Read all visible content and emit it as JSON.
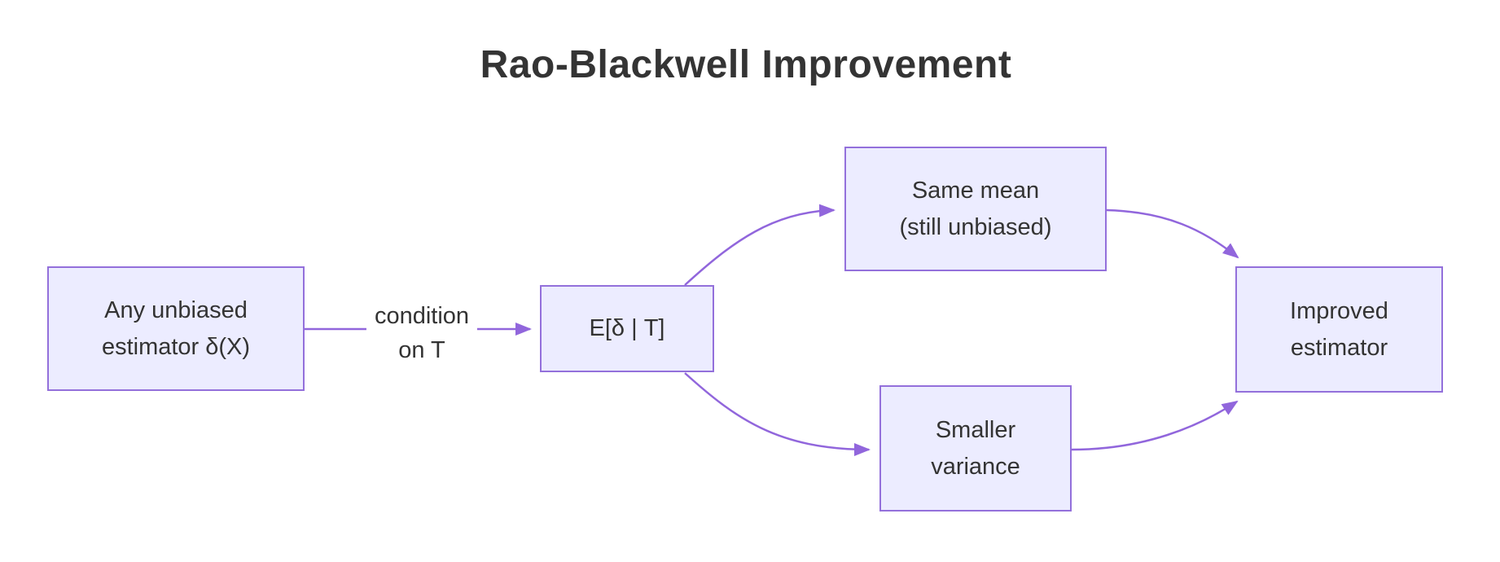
{
  "title": "Rao-Blackwell Improvement",
  "colors": {
    "node_fill": "#ECECFF",
    "node_border": "#9370DB",
    "edge": "#9166DC",
    "text": "#333333",
    "background": "#FFFFFF"
  },
  "nodes": {
    "start": {
      "lines": [
        "Any unbiased",
        "estimator δ(X)"
      ]
    },
    "conditional": {
      "lines": [
        "E[δ | T]"
      ]
    },
    "same_mean": {
      "lines": [
        "Same mean",
        "(still unbiased)"
      ]
    },
    "smaller_variance": {
      "lines": [
        "Smaller",
        "variance"
      ]
    },
    "improved": {
      "lines": [
        "Improved",
        "estimator"
      ]
    }
  },
  "edges": [
    {
      "from": "start",
      "to": "conditional",
      "label_lines": [
        "condition",
        "on T"
      ]
    },
    {
      "from": "conditional",
      "to": "same_mean",
      "label_lines": []
    },
    {
      "from": "conditional",
      "to": "smaller_variance",
      "label_lines": []
    },
    {
      "from": "same_mean",
      "to": "improved",
      "label_lines": []
    },
    {
      "from": "smaller_variance",
      "to": "improved",
      "label_lines": []
    }
  ]
}
